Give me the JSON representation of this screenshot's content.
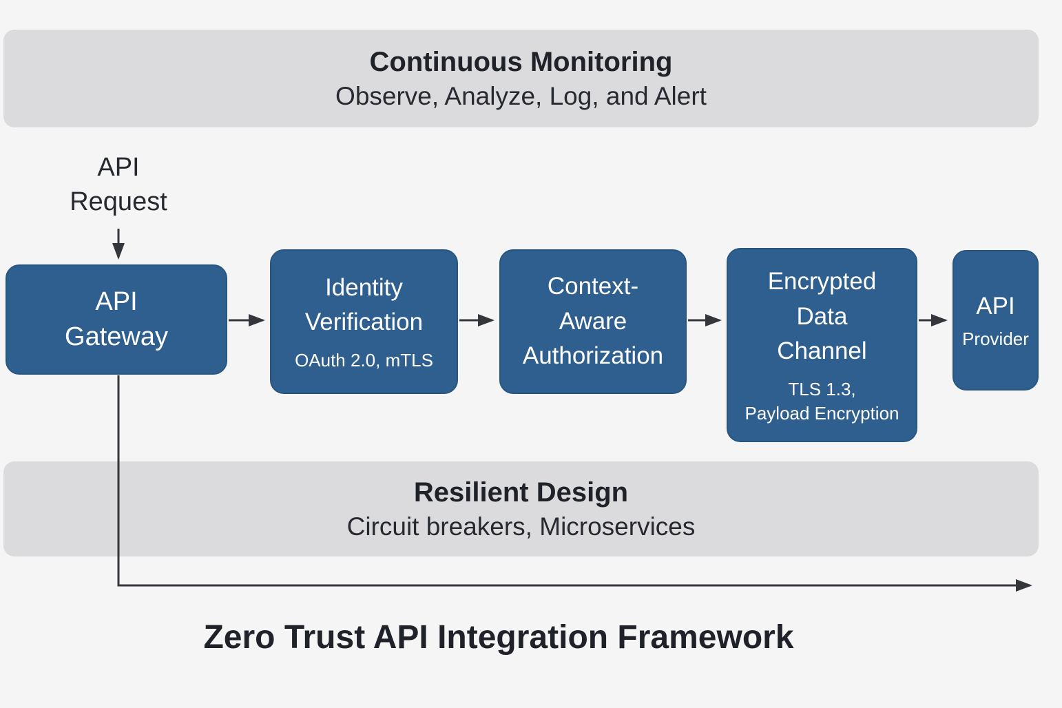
{
  "diagram_title": "Zero Trust API Integration Framework",
  "monitoring_band": {
    "title": "Continuous Monitoring",
    "subtitle": "Observe, Analyze, Log, and Alert"
  },
  "resilient_band": {
    "title": "Resilient Design",
    "subtitle": "Circuit breakers, Microservices"
  },
  "request_label": {
    "line1": "API",
    "line2": "Request"
  },
  "nodes": [
    {
      "id": "api-gateway",
      "lines": [
        "API",
        "Gateway"
      ],
      "subtitle_lines": []
    },
    {
      "id": "identity-verification",
      "lines": [
        "Identity",
        "Verification"
      ],
      "subtitle_lines": [
        "OAuth 2.0, mTLS"
      ]
    },
    {
      "id": "context-aware-authorization",
      "lines": [
        "Context-",
        "Aware",
        "Authorization"
      ],
      "subtitle_lines": []
    },
    {
      "id": "encrypted-data-channel",
      "lines": [
        "Encrypted",
        "Data",
        "Channel"
      ],
      "subtitle_lines": [
        "TLS 1.3,",
        "Payload Encryption"
      ]
    },
    {
      "id": "api-provider",
      "lines": [
        "API"
      ],
      "subtitle_lines": [
        "Provider"
      ]
    }
  ],
  "flow": [
    "API Request -> API Gateway",
    "API Gateway -> Identity Verification",
    "Identity Verification -> Context-Aware Authorization",
    "Context-Aware Authorization -> Encrypted Data Channel",
    "Encrypted Data Channel -> API Provider",
    "API Gateway -> (down and right, exits at right edge)"
  ],
  "colors": {
    "background": "#f5f5f6",
    "band_gray": "#dbdbdd",
    "node_blue": "#2e5f8f",
    "node_border": "#29567f",
    "arrow": "#33363b",
    "text_dark": "#1f2228",
    "text_light": "#ffffff"
  }
}
